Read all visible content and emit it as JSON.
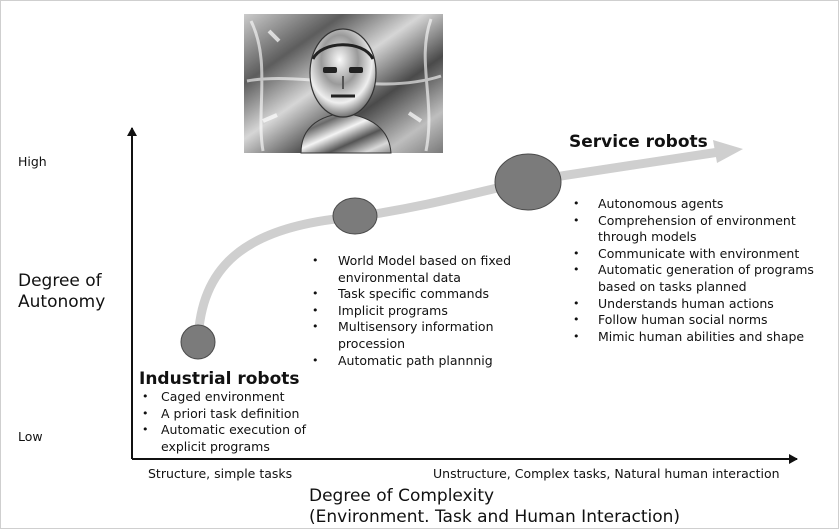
{
  "y_axis": {
    "label_line1": "Degree of",
    "label_line2": "Autonomy",
    "high": "High",
    "low": "Low"
  },
  "x_axis": {
    "left": "Structure, simple tasks",
    "right": "Unstructure, Complex tasks, Natural human interaction",
    "title_line1": "Degree of Complexity",
    "title_line2": "(Environment. Task and Human Interaction)"
  },
  "stages": {
    "industrial": {
      "title": "Industrial robots",
      "bullets": [
        "Caged environment",
        "A priori task definition",
        "Automatic execution of explicit programs"
      ]
    },
    "intermediate": {
      "bullets": [
        "World Model based on fixed environmental data",
        "Task specific commands",
        "Implicit programs",
        "Multisensory information procession",
        "Automatic path plannnig"
      ]
    },
    "service": {
      "title": "Service robots",
      "bullets": [
        "Autonomous agents",
        "Comprehension of environment through models",
        "Communicate with environment",
        "Automatic generation of programs based on tasks planned",
        "Understands human actions",
        "Follow human social norms",
        "Mimic human abilities and shape"
      ]
    }
  },
  "colors": {
    "curve": "#cfcfcf",
    "node_fill": "#7b7b7b",
    "node_stroke": "#4a4a4a",
    "axis": "#111111"
  },
  "robot_image": {
    "icon": "chrome-robot-head-image"
  }
}
